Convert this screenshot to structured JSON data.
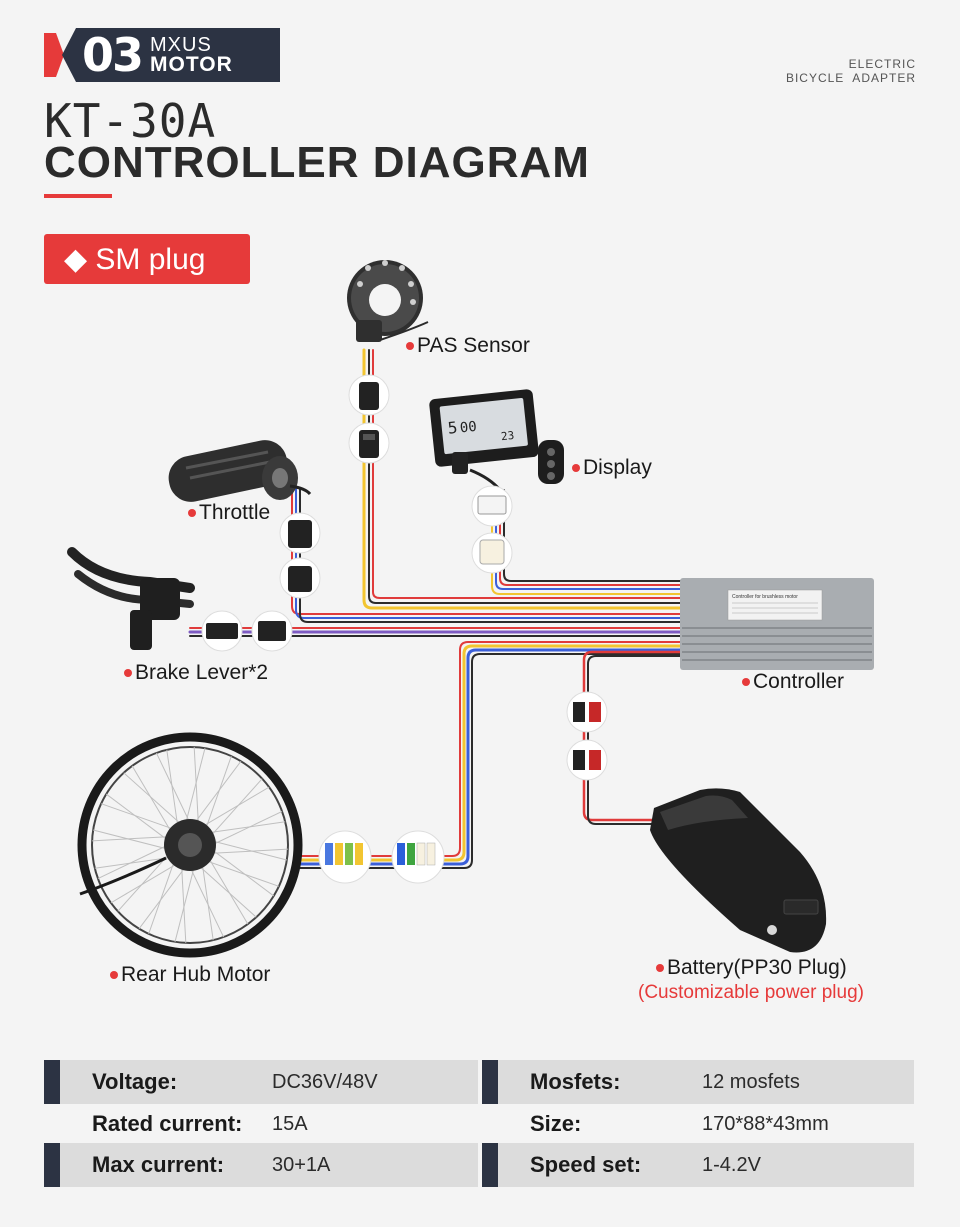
{
  "brand": {
    "number": "03",
    "line1": "MXUS",
    "line2": "MOTOR",
    "tagline_line1": "ELECTRIC",
    "tagline_line2": "BICYCLE  ADAPTER"
  },
  "heading": {
    "model": "KT-30A",
    "title": "CONTROLLER DIAGRAM"
  },
  "plug_badge": "◆ SM plug",
  "components": {
    "pas_sensor": "PAS Sensor",
    "display": "Display",
    "throttle": "Throttle",
    "brake_lever": "Brake Lever*2",
    "controller": "Controller",
    "rear_hub_motor": "Rear Hub Motor",
    "battery": "Battery(PP30 Plug)",
    "battery_note": "(Customizable power plug)",
    "display_screen": {
      "readout_1": "5",
      "readout_2": "00",
      "readout_3": "23"
    },
    "controller_plate": "Controller for brushless motor"
  },
  "specs": {
    "voltage_label": "Voltage:",
    "voltage_value": "DC36V/48V",
    "rated_current_label": "Rated current:",
    "rated_current_value": "15A",
    "max_current_label": "Max current:",
    "max_current_value": "30+1A",
    "mosfets_label": "Mosfets:",
    "mosfets_value": "12 mosfets",
    "size_label": "Size:",
    "size_value": "170*88*43mm",
    "speed_set_label": "Speed set:",
    "speed_set_value": "1-4.2V"
  },
  "colors": {
    "accent": "#e63a3a",
    "navy": "#2c3343",
    "wire_yellow": "#f2c531",
    "wire_blue": "#3b5fd9",
    "wire_red": "#e03b3b",
    "wire_purple": "#7e5bc2"
  }
}
